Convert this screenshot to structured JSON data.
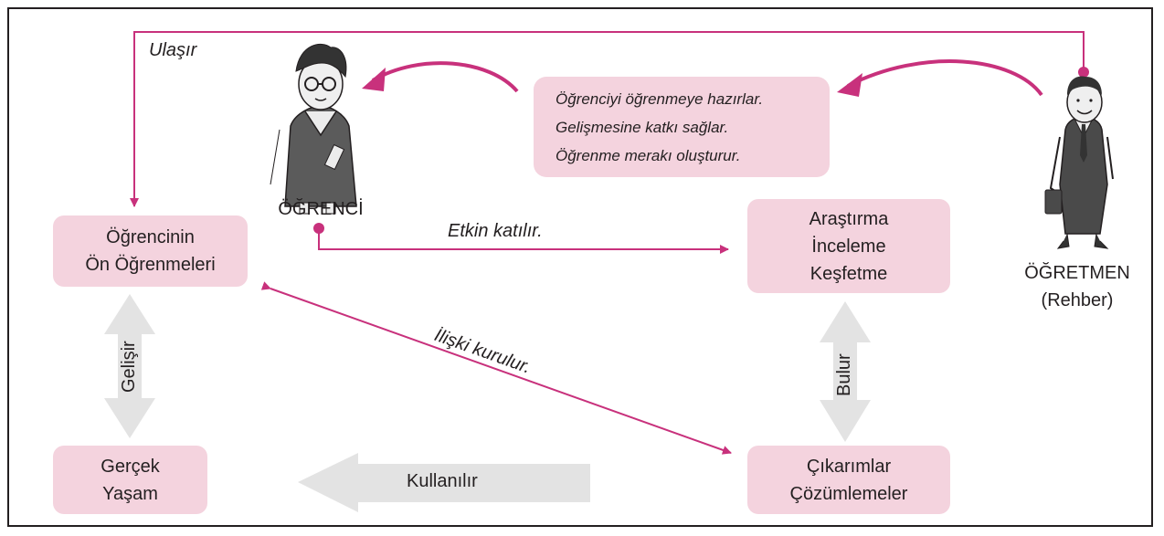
{
  "colors": {
    "accent": "#c8317c",
    "box_fill": "#f4d3de",
    "arrow_gray": "#e3e3e3",
    "text": "#231f20"
  },
  "nodes": {
    "on_ogrenmeler": [
      "Öğrencinin",
      "Ön Öğrenmeleri"
    ],
    "gercek_yasam": [
      "Gerçek",
      "Yaşam"
    ],
    "arastirma": [
      "Araştırma",
      "İnceleme",
      "Keşfetme"
    ],
    "cikarimlar": [
      "Çıkarımlar",
      "Çözümlemeler"
    ]
  },
  "teacher_note": [
    "Öğrenciyi öğrenmeye hazırlar.",
    "Gelişmesine katkı sağlar.",
    "Öğrenme merakı oluşturur."
  ],
  "actors": {
    "student": "ÖĞRENCİ",
    "teacher": "ÖĞRETMEN",
    "teacher_role": "(Rehber)"
  },
  "edge_labels": {
    "ulasir": "Ulaşır",
    "etkin": "Etkin katılır.",
    "iliski": "İlişki kurulur.",
    "gelisir": "Gelişir",
    "bulur": "Bulur",
    "kullanilir": "Kullanılır"
  }
}
